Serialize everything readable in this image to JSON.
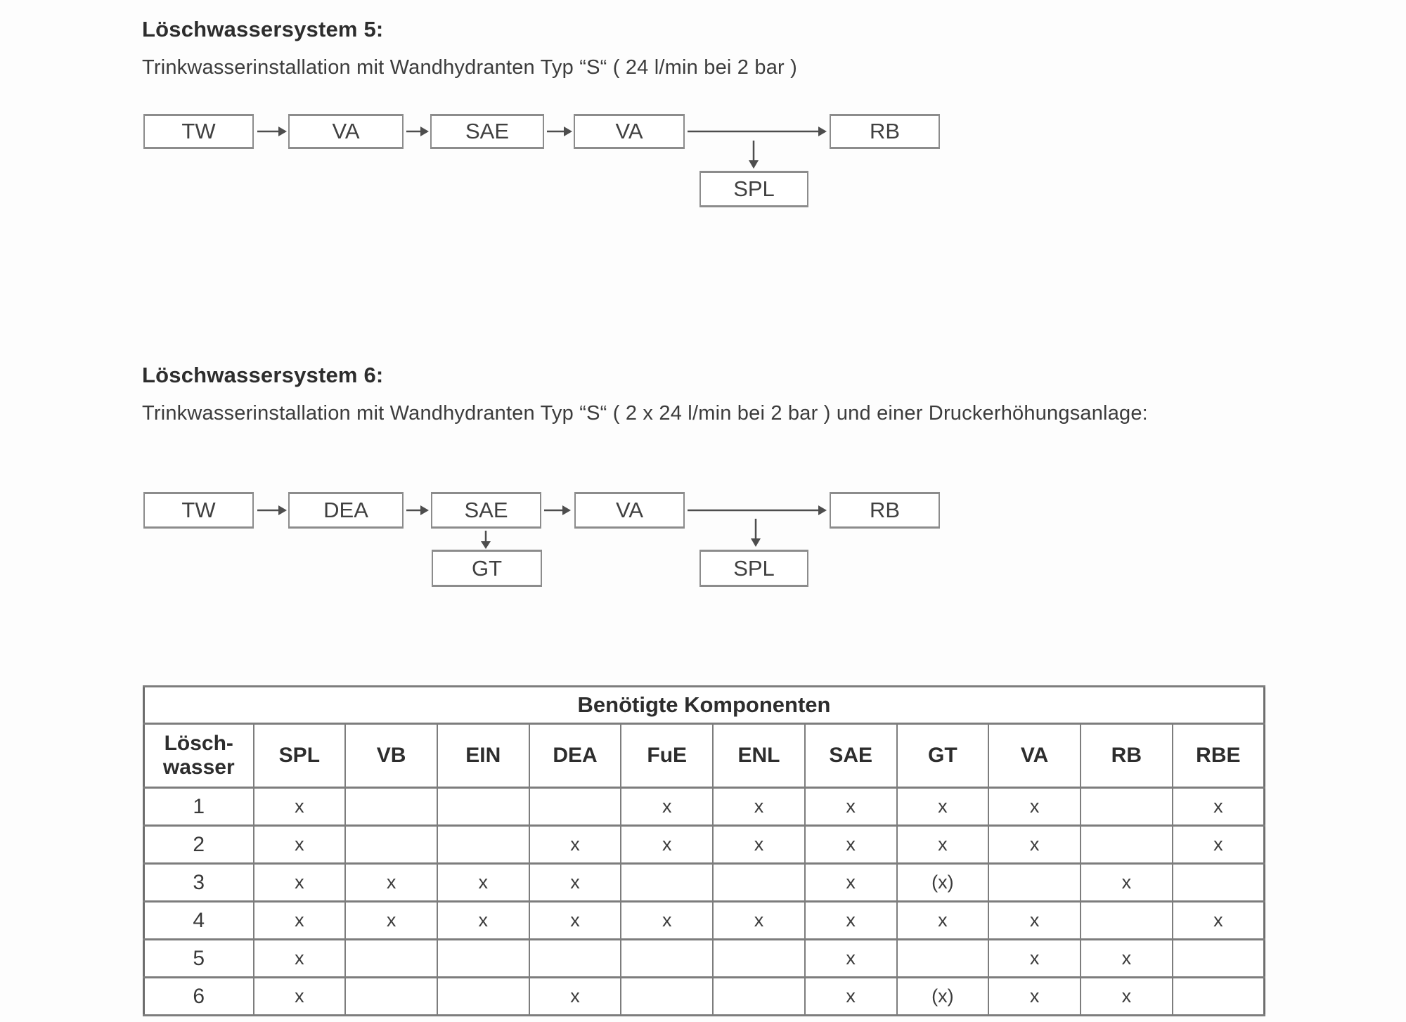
{
  "system5": {
    "heading": "Löschwassersystem 5:",
    "subtitle": "Trinkwasserinstallation mit Wandhydranten Typ “S“ ( 24 l/min bei 2 bar )",
    "flow": [
      "TW",
      "VA",
      "SAE",
      "VA",
      "RB"
    ],
    "branch_spl": "SPL"
  },
  "system6": {
    "heading": "Löschwassersystem 6:",
    "subtitle": "Trinkwasserinstallation mit Wandhydranten Typ “S“ ( 2 x 24 l/min bei 2 bar ) und einer Druckerhöhungsanlage:",
    "flow": [
      "TW",
      "DEA",
      "SAE",
      "VA",
      "RB"
    ],
    "branch_gt": "GT",
    "branch_spl": "SPL"
  },
  "components_table": {
    "title": "Benötigte Komponenten",
    "row_header_line1": "Lösch-",
    "row_header_line2": "wasser",
    "columns": [
      "SPL",
      "VB",
      "EIN",
      "DEA",
      "FuE",
      "ENL",
      "SAE",
      "GT",
      "VA",
      "RB",
      "RBE"
    ],
    "rows": [
      {
        "label": "1",
        "cells": [
          "x",
          "",
          "",
          "",
          "x",
          "x",
          "x",
          "x",
          "x",
          "",
          "x"
        ]
      },
      {
        "label": "2",
        "cells": [
          "x",
          "",
          "",
          "x",
          "x",
          "x",
          "x",
          "x",
          "x",
          "",
          "x"
        ]
      },
      {
        "label": "3",
        "cells": [
          "x",
          "x",
          "x",
          "x",
          "",
          "",
          "x",
          "(x)",
          "",
          "x",
          ""
        ]
      },
      {
        "label": "4",
        "cells": [
          "x",
          "x",
          "x",
          "x",
          "x",
          "x",
          "x",
          "x",
          "x",
          "",
          "x"
        ]
      },
      {
        "label": "5",
        "cells": [
          "x",
          "",
          "",
          "",
          "",
          "",
          "x",
          "",
          "x",
          "x",
          ""
        ]
      },
      {
        "label": "6",
        "cells": [
          "x",
          "",
          "",
          "x",
          "",
          "",
          "x",
          "(x)",
          "x",
          "x",
          ""
        ]
      }
    ]
  },
  "colors": {
    "text": "#333333",
    "box_border": "#8c8c8c",
    "table_border": "#7d7d7d",
    "background": "#fdfdfd"
  }
}
